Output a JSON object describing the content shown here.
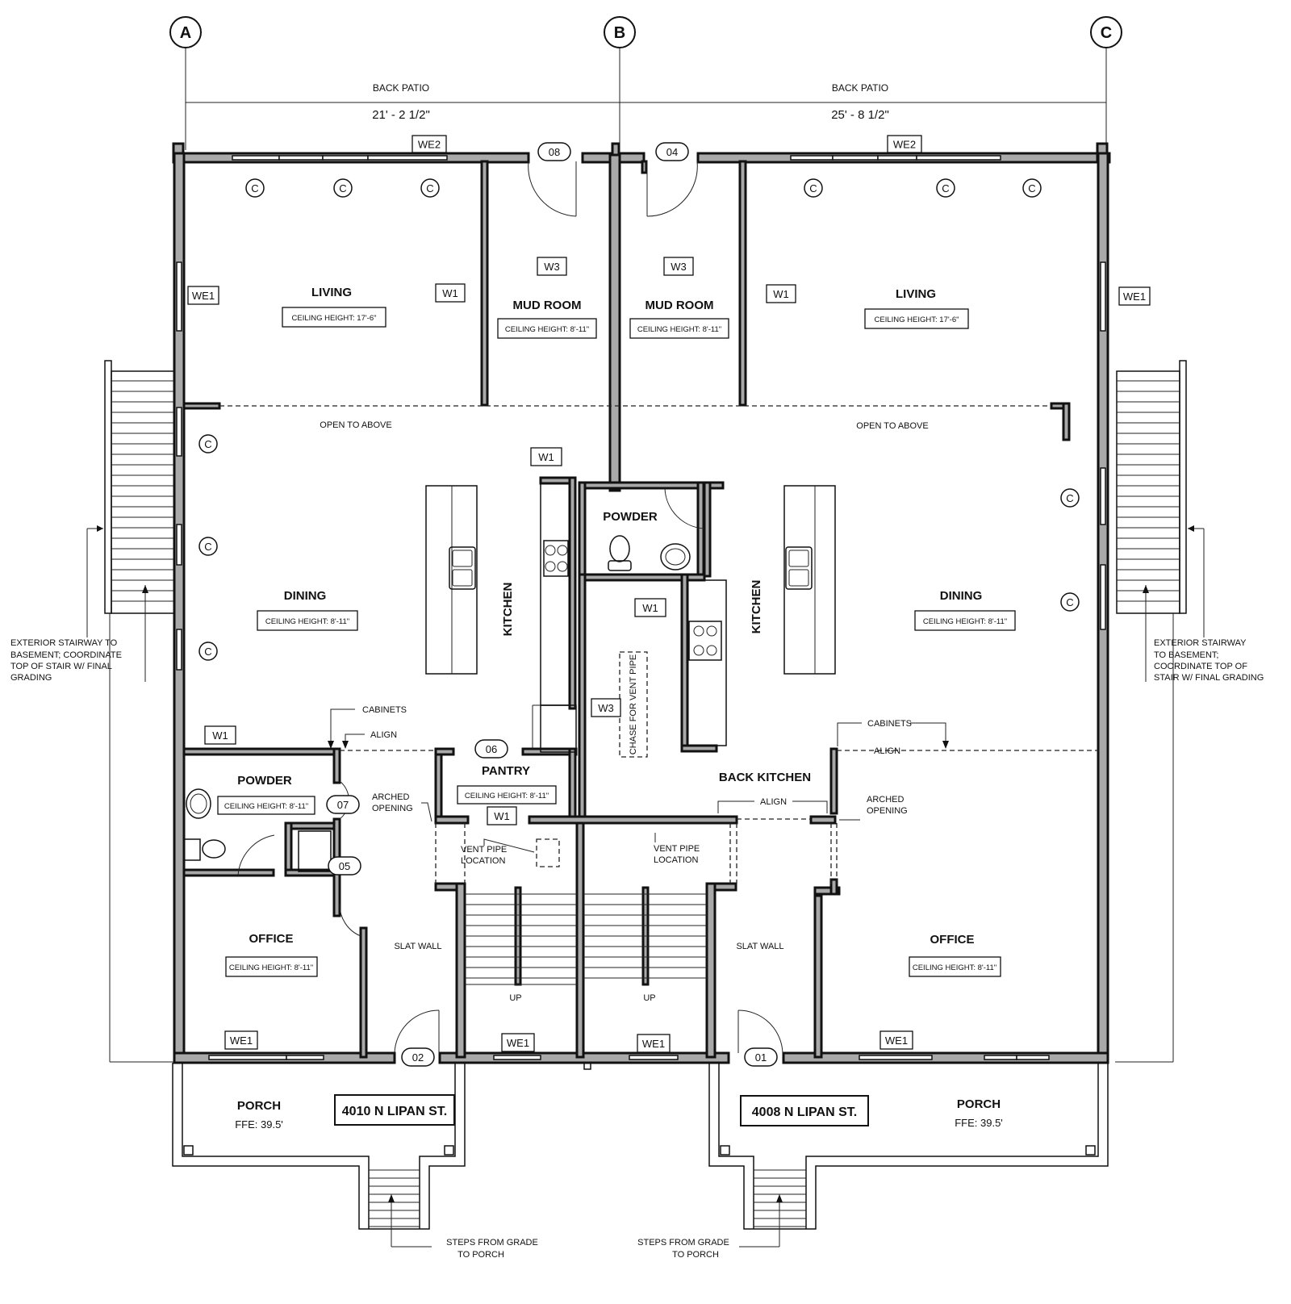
{
  "grid_lines": [
    "A",
    "B",
    "C"
  ],
  "dimensions": {
    "left": {
      "label": "BACK PATIO",
      "length": "21' - 2 1/2\""
    },
    "right": {
      "label": "BACK PATIO",
      "length": "25' - 8 1/2\""
    }
  },
  "rooms": {
    "living_left": {
      "name": "LIVING",
      "ceiling": "CEILING HEIGHT: 17'-6\""
    },
    "living_right": {
      "name": "LIVING",
      "ceiling": "CEILING HEIGHT: 17'-6\""
    },
    "mud_left": {
      "name": "MUD ROOM",
      "ceiling": "CEILING HEIGHT: 8'-11\""
    },
    "mud_right": {
      "name": "MUD ROOM",
      "ceiling": "CEILING HEIGHT: 8'-11\""
    },
    "dining_left": {
      "name": "DINING",
      "ceiling": "CEILING HEIGHT: 8'-11\""
    },
    "dining_right": {
      "name": "DINING",
      "ceiling": "CEILING HEIGHT: 8'-11\""
    },
    "kitchen_left": {
      "name": "KITCHEN"
    },
    "kitchen_right": {
      "name": "KITCHEN"
    },
    "powder_upper": {
      "name": "POWDER"
    },
    "powder_left": {
      "name": "POWDER",
      "ceiling": "CEILING HEIGHT: 8'-11\""
    },
    "pantry": {
      "name": "PANTRY",
      "ceiling": "CEILING HEIGHT: 8'-11\""
    },
    "back_kitchen": {
      "name": "BACK KITCHEN"
    },
    "office_left": {
      "name": "OFFICE",
      "ceiling": "CEILING HEIGHT: 8'-11\""
    },
    "office_right": {
      "name": "OFFICE",
      "ceiling": "CEILING HEIGHT: 8'-11\""
    },
    "porch_left": {
      "name": "PORCH",
      "ffe": "FFE: 39.5'"
    },
    "porch_right": {
      "name": "PORCH",
      "ffe": "FFE: 39.5'"
    }
  },
  "addresses": {
    "left": "4010 N LIPAN ST.",
    "right": "4008 N LIPAN ST."
  },
  "tags": {
    "we1": "WE1",
    "we2": "WE2",
    "w1": "W1",
    "w3": "W3",
    "c": "C",
    "d08": "08",
    "d04": "04",
    "d06": "06",
    "d07": "07",
    "d05": "05",
    "d02": "02",
    "d01": "01"
  },
  "notes": {
    "open_above": "OPEN TO ABOVE",
    "cabinets": "CABINETS",
    "align": "ALIGN",
    "arched_l1": "ARCHED",
    "arched_l2": "OPENING",
    "vent_l1": "VENT PIPE",
    "vent_l2": "LOCATION",
    "chase": "CHASE FOR VENT PIPE",
    "slat": "SLAT WALL",
    "up": "UP",
    "stair_left": [
      "EXTERIOR STAIRWAY TO",
      "BASEMENT; COORDINATE",
      "TOP OF STAIR W/ FINAL",
      "GRADING"
    ],
    "stair_right": [
      "EXTERIOR STAIRWAY",
      "TO BASEMENT;",
      "COORDINATE TOP OF",
      "STAIR W/ FINAL GRADING"
    ],
    "steps_l1": "STEPS FROM GRADE",
    "steps_l2": "TO PORCH"
  }
}
